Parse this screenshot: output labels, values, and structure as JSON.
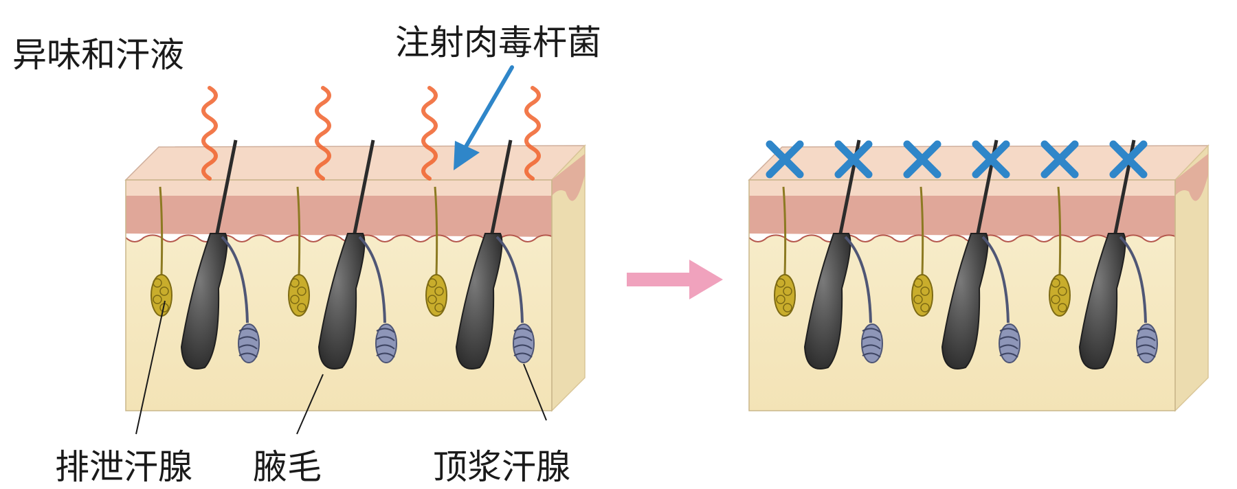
{
  "labels": {
    "odor_sweat": "异味和汗液",
    "botulinum": "注射肉毒杆菌",
    "eccrine_gland": "排泄汗腺",
    "axillary_hair": "腋毛",
    "apocrine_gland": "顶浆汗腺"
  },
  "colors": {
    "epidermis": "#f5d9c6",
    "dermis": "#e0a799",
    "subcutis": "#f6e9c2",
    "side_face": "#ecdcaf",
    "hair": "#3d3d3d",
    "eccrine": "#c9ad2c",
    "apocrine": "#8e96b8",
    "odor_wave": "#f0622b",
    "injection_arrow": "#2f86c9",
    "block_x": "#2f86c9",
    "transition_arrow": "#f0a2bd"
  },
  "left_block": {
    "units": 3,
    "odor_waves": 4
  },
  "right_block": {
    "units": 3,
    "blocked_marks": 6
  }
}
